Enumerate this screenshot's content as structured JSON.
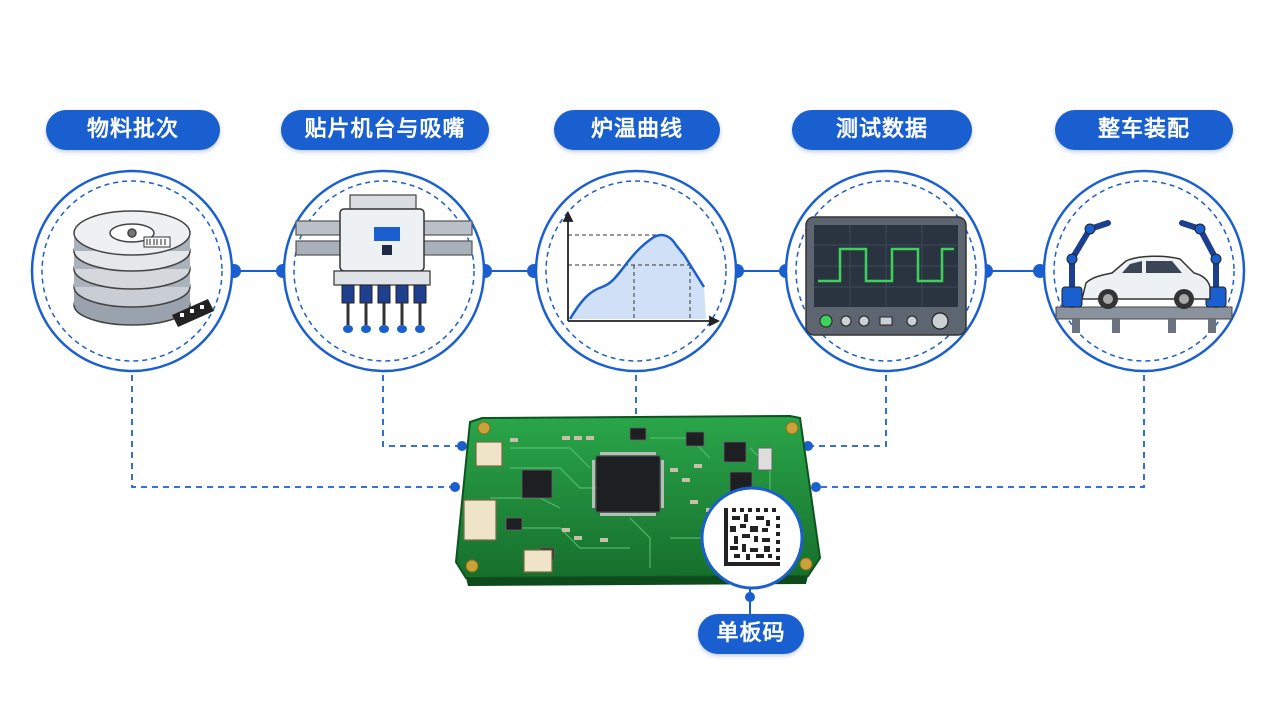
{
  "colors": {
    "accent": "#1a5fcf",
    "accent_dark": "#0f4fbf",
    "pcb": "#1f8a3a",
    "white": "#ffffff"
  },
  "stages": [
    {
      "label": "物料批次",
      "icon": "reel-icon"
    },
    {
      "label": "贴片机台与吸嘴",
      "icon": "pick-and-place-icon"
    },
    {
      "label": "炉温曲线",
      "icon": "reflow-profile-icon"
    },
    {
      "label": "测试数据",
      "icon": "oscilloscope-icon"
    },
    {
      "label": "整车装配",
      "icon": "car-assembly-icon"
    }
  ],
  "board": {
    "icon": "pcb-board-icon",
    "code_icon": "datamatrix-code-icon"
  },
  "board_code_label": "单板码"
}
